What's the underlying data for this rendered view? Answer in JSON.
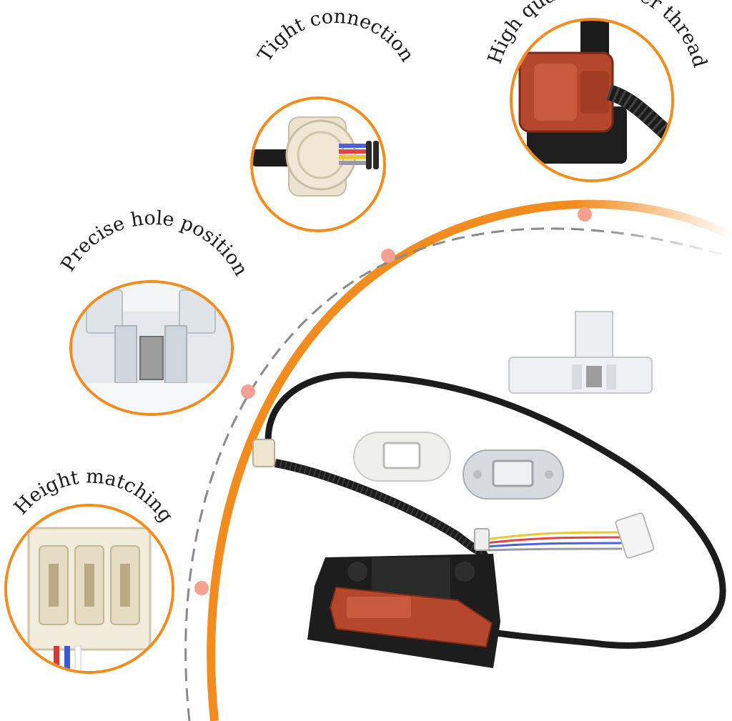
{
  "callouts": {
    "tight_connection": "Tight connection",
    "rubber_thread": "High quality rubber thread",
    "hole_position": "Precise hole position",
    "height_matching": "Height matching"
  },
  "colors": {
    "accent": "#f28c1e",
    "dot": "#f4a191",
    "dashed": "#8a8a8a",
    "cable": "#1c1c1c",
    "latch": "#b5472c",
    "plastic": "#e9e7e0"
  }
}
